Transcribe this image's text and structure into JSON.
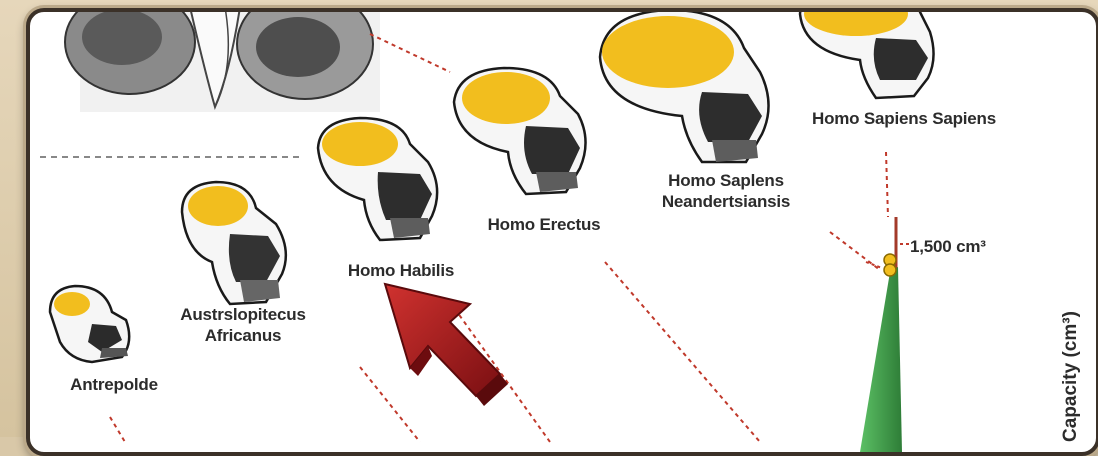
{
  "labels": {
    "antropoide": "Antrepolde",
    "australopitecus_line1": "Austrslopitecus",
    "australopitecus_line2": "Africanus",
    "habilis": "Homo Habilis",
    "erectus": "Homo Erectus",
    "neanderthal_line1": "Homo Saplens",
    "neanderthal_line2": "Neandertsiansis",
    "sapiens": "Homo Sapiens Sapiens",
    "capacity_value": "1,500 cm³",
    "axis": "Capacity (cm³)"
  },
  "colors": {
    "brain": "#f2be1e",
    "skull_outline": "#1a1a1a",
    "arrow": "#a3191c",
    "dashed_line": "#c0392b",
    "gauge_green": "#3fa34d",
    "frame_border": "#3b3128"
  },
  "icons": {
    "arrow": "red-arrow-icon",
    "skulls": "skull-icon"
  }
}
